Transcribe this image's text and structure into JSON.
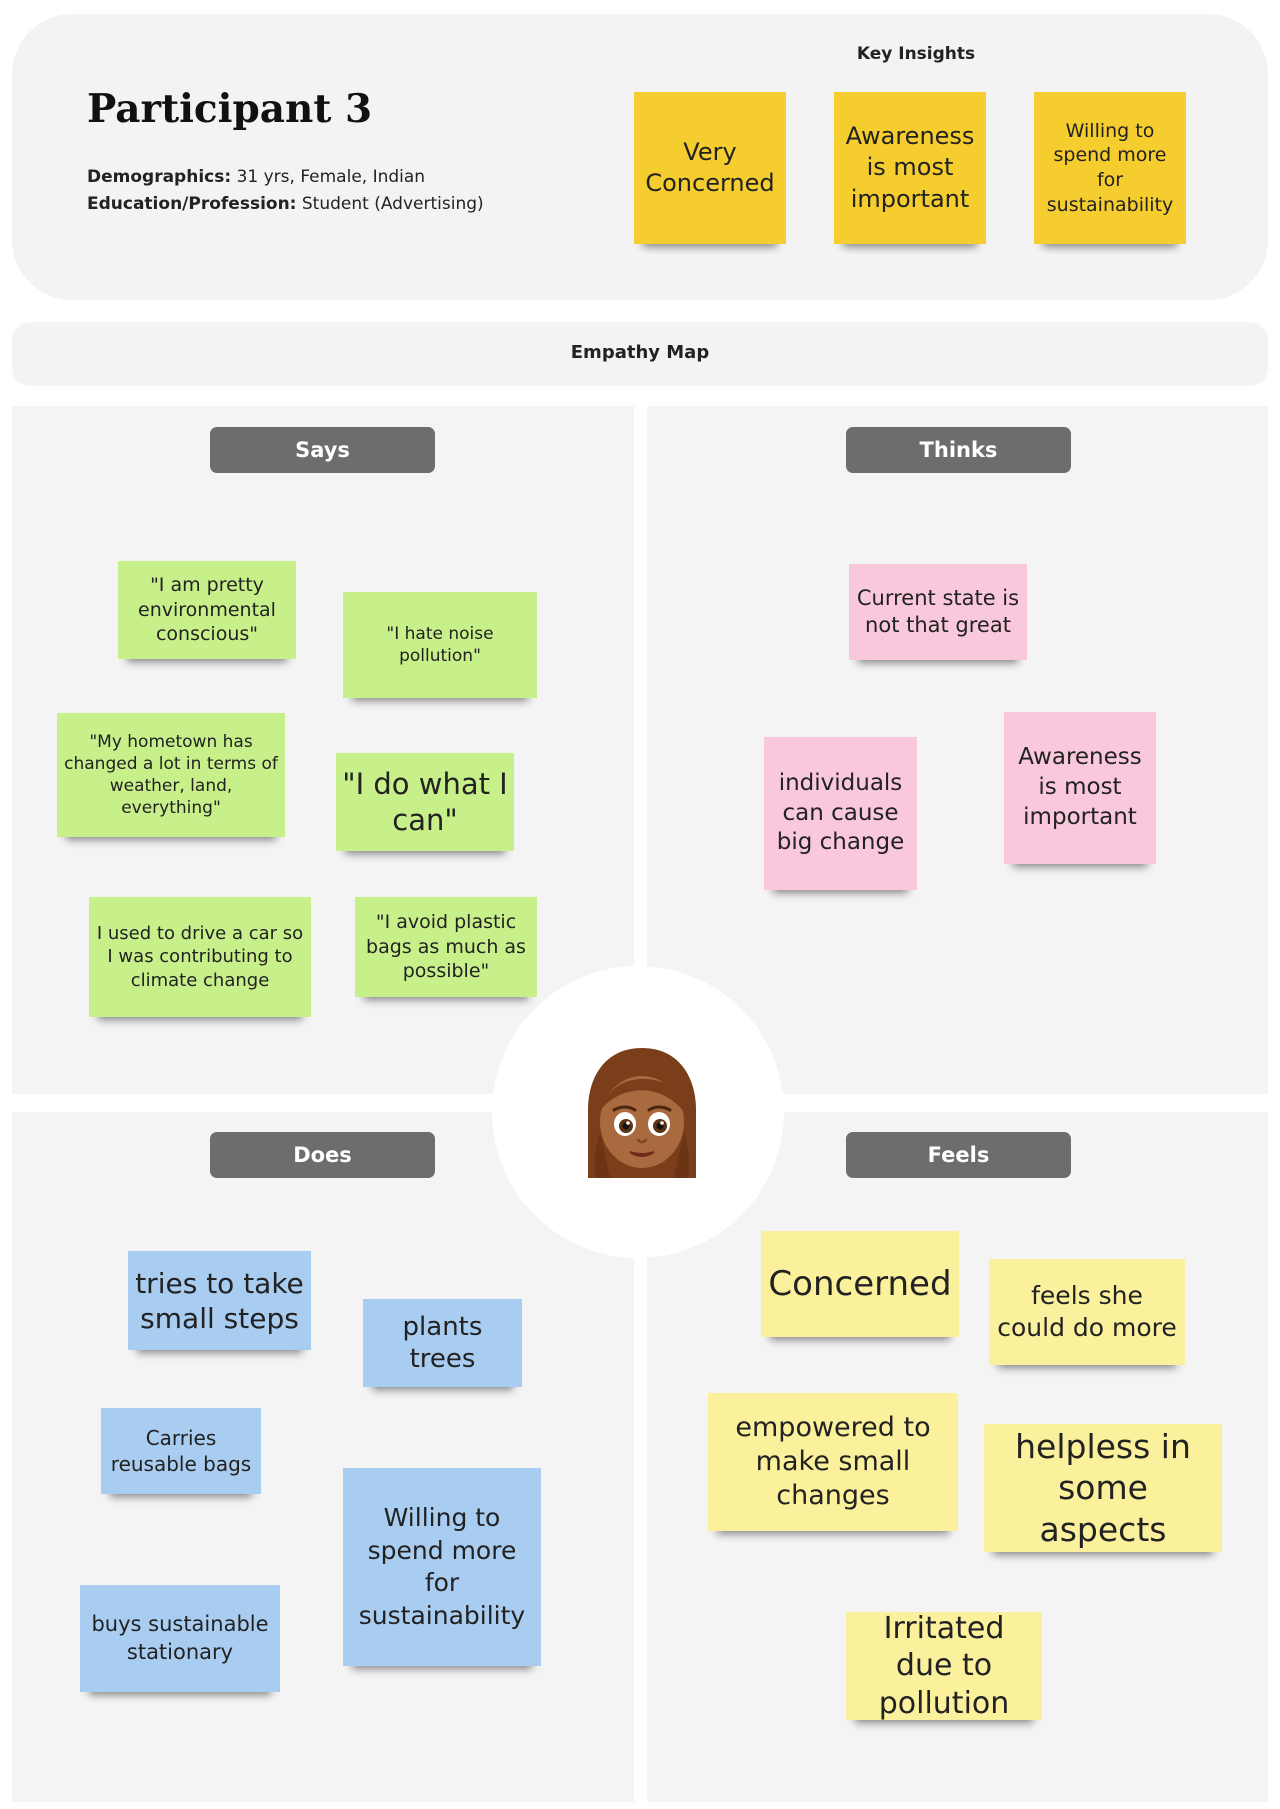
{
  "header": {
    "title": "Participant 3",
    "demographics_label": "Demographics:",
    "demographics_value": "31 yrs, Female, Indian",
    "education_label": "Education/Profession:",
    "education_value": "Student (Advertising)"
  },
  "key_insights": {
    "title": "Key Insights",
    "notes": [
      "Very Concerned",
      "Awareness is most important",
      "Willing to spend more for sustainability"
    ]
  },
  "empathy_map": {
    "title": "Empathy Map",
    "avatar_icon": "woman-emoji-icon",
    "says": {
      "label": "Says",
      "notes": [
        "\"I am pretty environmental conscious\"",
        "\"I hate noise pollution\"",
        "\"My hometown has changed a lot  in terms of weather, land, everything\"",
        "\"I do what I can\"",
        "I used to drive a car so I was contributing to climate change",
        "\"I avoid plastic bags as much as possible\""
      ]
    },
    "thinks": {
      "label": "Thinks",
      "notes": [
        "Current state is not that great",
        "individuals can cause big change",
        "Awareness is most important"
      ]
    },
    "does": {
      "label": "Does",
      "notes": [
        "tries to take small steps",
        "plants trees",
        "Carries reusable bags",
        "Willing to spend more for sustainability",
        "buys sustainable stationary"
      ]
    },
    "feels": {
      "label": "Feels",
      "notes": [
        "Concerned",
        "feels she could do more",
        "empowered to make small changes",
        "helpless in some aspects",
        "Irritated due to pollution"
      ]
    }
  },
  "colors": {
    "key_insight_note": "#f6cd2e",
    "says_note": "#c8f08a",
    "thinks_note": "#fac8dc",
    "does_note": "#a9ccf1",
    "feels_note": "#fbf19c",
    "section_label_bg": "#6d6d6d"
  }
}
